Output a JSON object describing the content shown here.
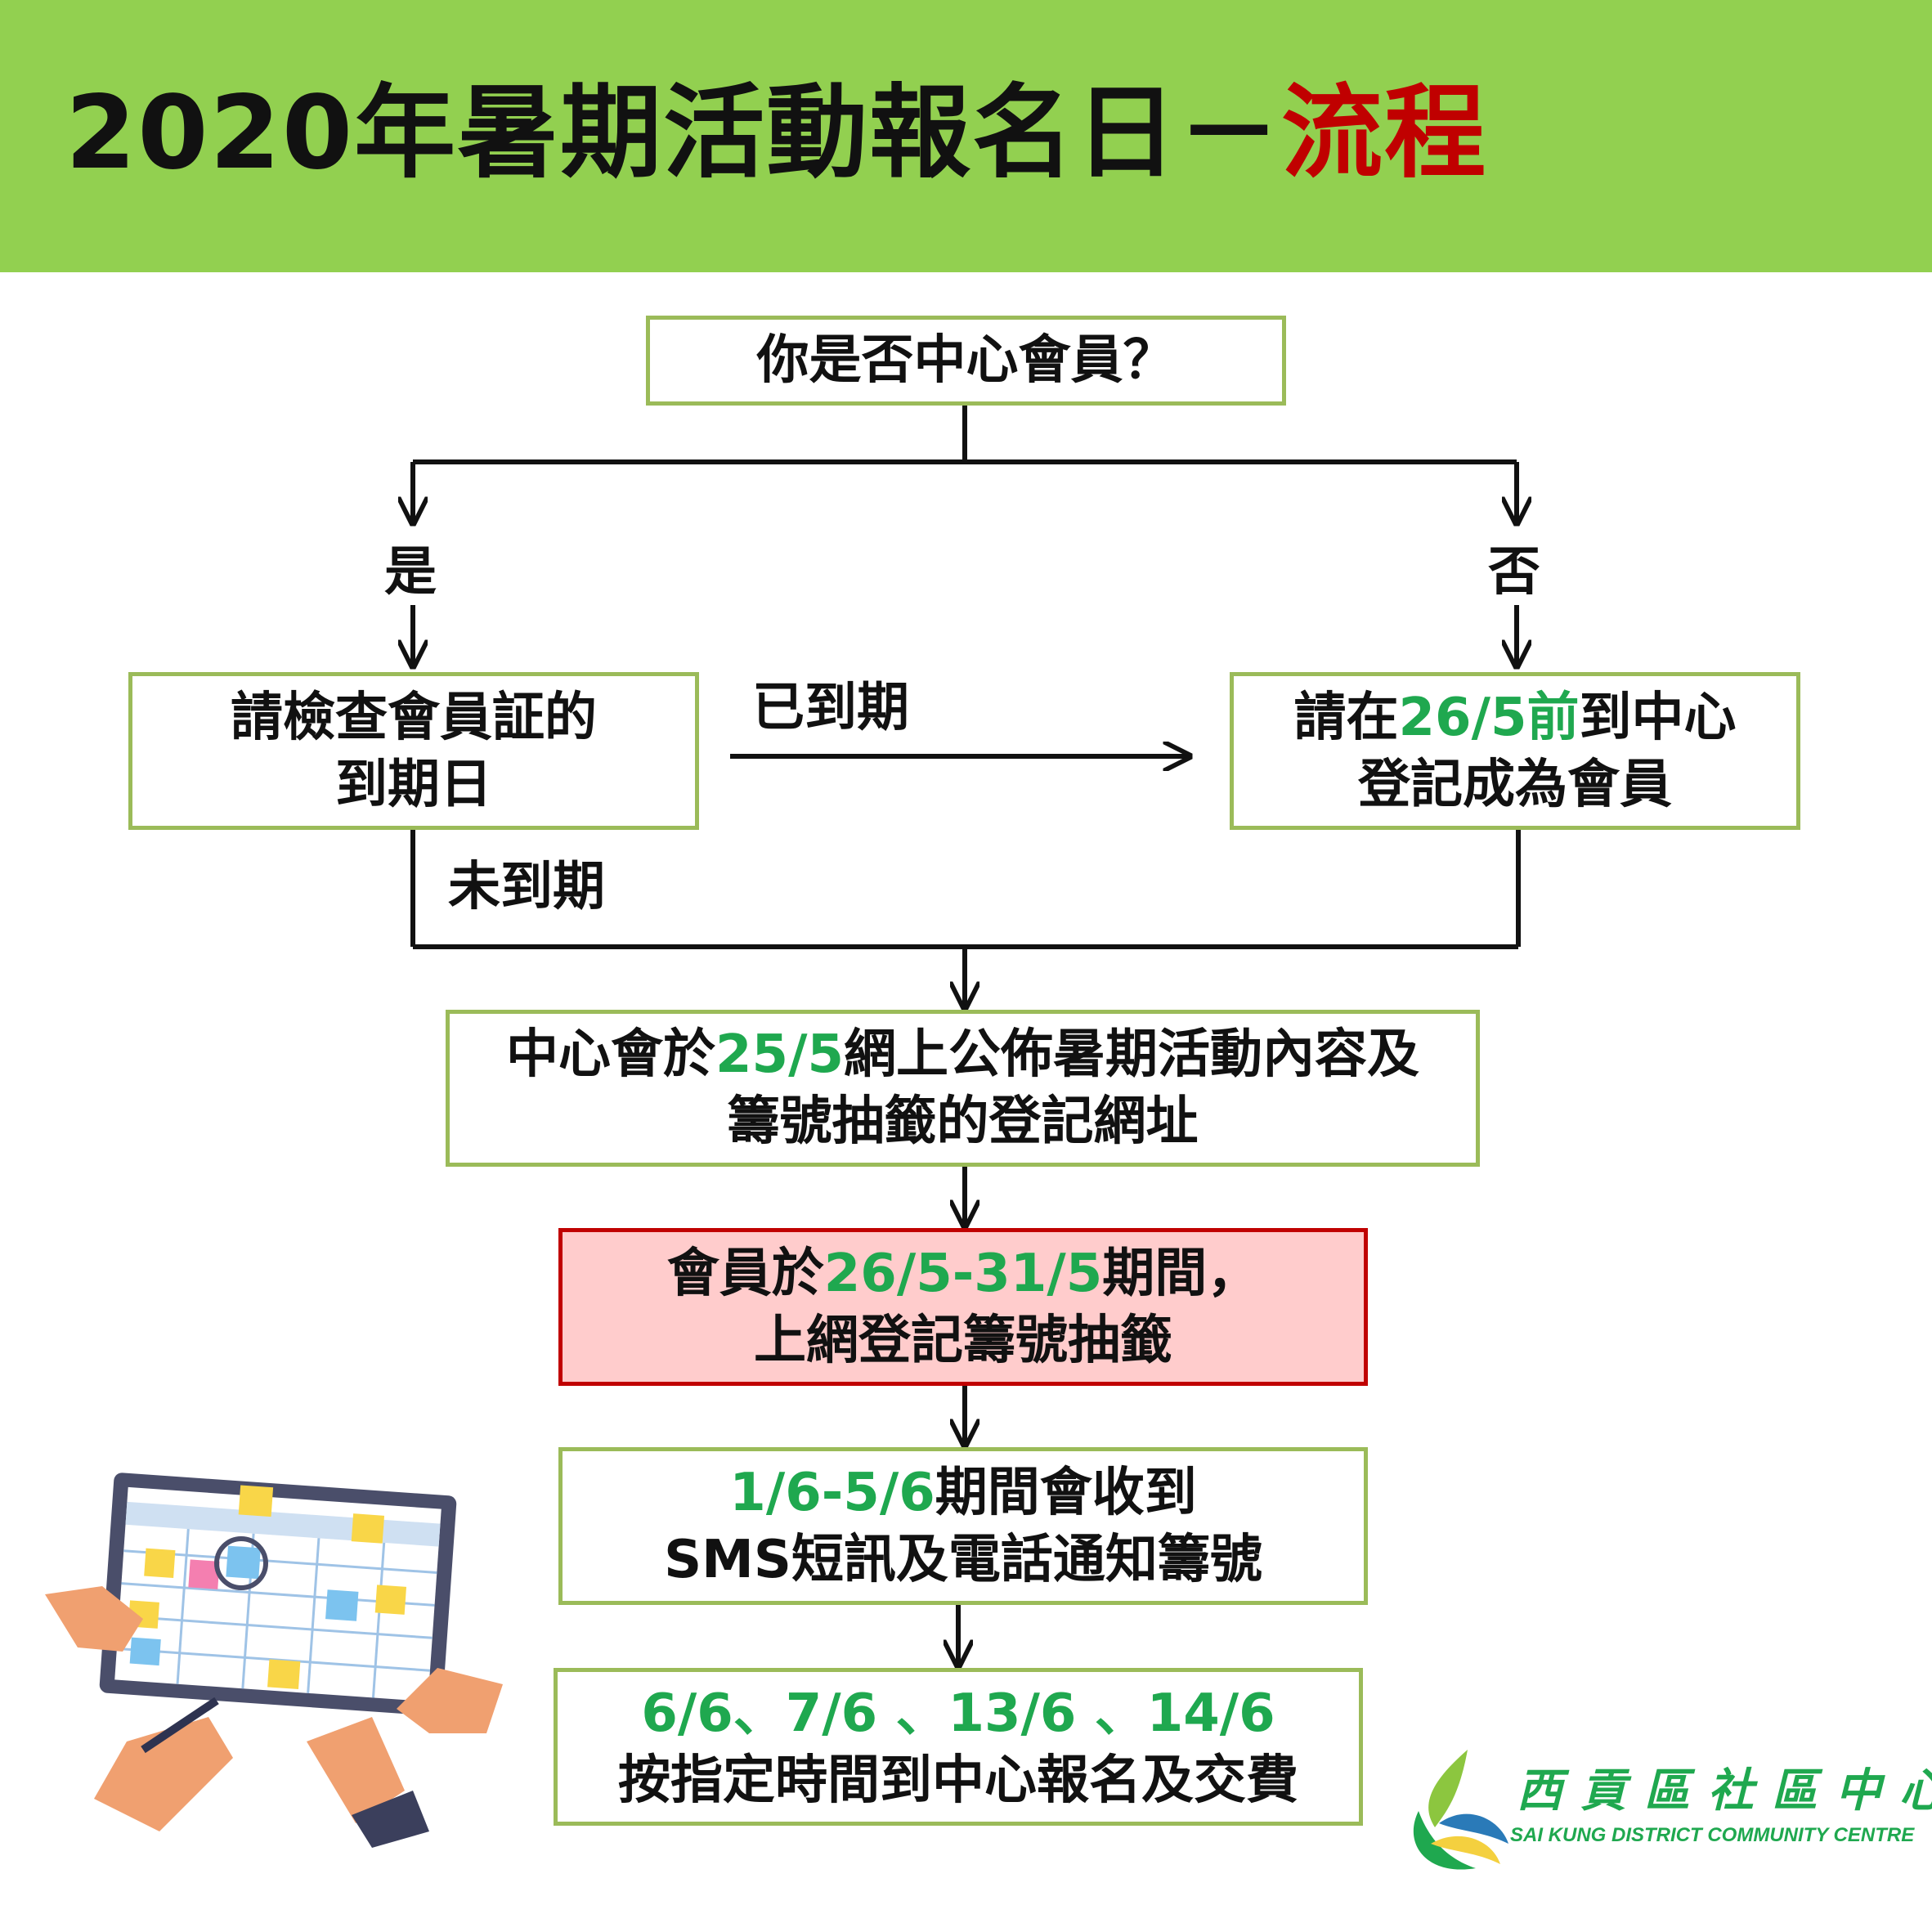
{
  "title": {
    "main": "2020年暑期活動報名日－",
    "accent": "流程"
  },
  "nodes": {
    "q": "你是否中心會員？",
    "check": {
      "line1": "請檢查會員証的",
      "line2": "到期日"
    },
    "register": {
      "pre": "請在",
      "date": "26/5前",
      "post": "到中心",
      "line2": "登記成為會員"
    },
    "announce": {
      "pre": "中心會於",
      "date": "25/5",
      "post": "網上公佈暑期活動內容及",
      "line2": "籌號抽籤的登記網址"
    },
    "online": {
      "pre": "會員於",
      "date": "26/5-31/5",
      "post": "期間，",
      "line2": "上網登記籌號抽籤"
    },
    "sms": {
      "date": "1/6-5/6",
      "post": "期間會收到",
      "line2": "SMS短訊及電話通知籌號"
    },
    "pay": {
      "dates": "6/6、7/6 、13/6 、14/6",
      "line2": "按指定時間到中心報名及交費"
    }
  },
  "labels": {
    "yes": "是",
    "no": "否",
    "expired": "已到期",
    "not_expired": "未到期"
  },
  "logo": {
    "cn": "西貢區社區中心",
    "en": "SAI KUNG DISTRICT COMMUNITY CENTRE"
  },
  "colors": {
    "header": "#92d050",
    "accent_red": "#c00000",
    "date_green": "#1fa84f",
    "box_border": "#9bbb59",
    "highlight_fill": "#ffcccc"
  }
}
